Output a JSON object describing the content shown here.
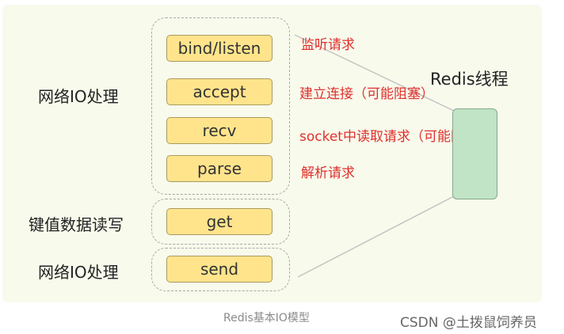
{
  "groups": [
    {
      "label": "网络IO处理",
      "steps": [
        "bind/listen",
        "accept",
        "recv",
        "parse"
      ]
    },
    {
      "label": "键值数据读写",
      "steps": [
        "get"
      ]
    },
    {
      "label": "网络IO处理",
      "steps": [
        "send"
      ]
    }
  ],
  "annotations": [
    "监听请求",
    "建立连接（可能阻塞）",
    "socket中读取请求（可能阻",
    "解析请求"
  ],
  "thread": {
    "title": "Redis线程"
  },
  "caption": "Redis基本IO模型",
  "watermark": "CSDN @土拨鼠饲养员",
  "colors": {
    "panel": "#f8faec",
    "step_fill": "#ffe48c",
    "thread_fill": "#c0e4c5",
    "annotation": "#e0302c"
  }
}
